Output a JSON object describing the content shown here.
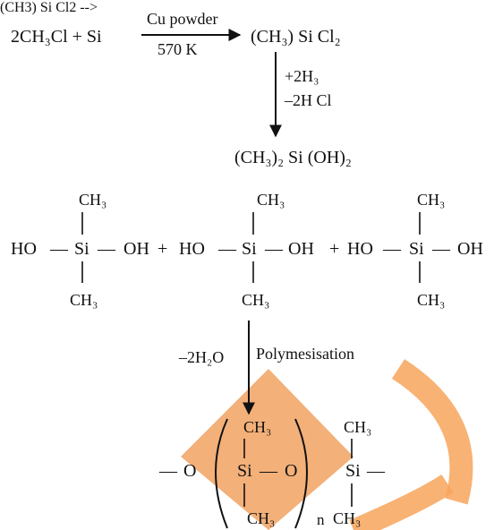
{
  "reaction1": {
    "reactants": "2CH₃Cl + Si",
    "catalyst": "Cu powder",
    "temperature": "570 K",
    "product": "(CH₃) Si Cl₂"
  },
  "hydrolysis": {
    "reagent": "+2H₃",
    "byproduct": "–2H Cl",
    "product": "(CH₃)₂ Si (OH)₂"
  },
  "monomers": {
    "ch3": "CH₃",
    "si": "Si",
    "ho": "HO",
    "oh": "OH",
    "plus": "+",
    "dash": "—"
  },
  "polymerisation": {
    "water": "–2H₂O",
    "label": "Polymesisation"
  },
  "polymer": {
    "ch3": "CH₃",
    "si": "Si",
    "o": "O",
    "n": "n",
    "dash": "—"
  },
  "watermark": {
    "color": "#f4a05a",
    "style": "orange-decorative-logo"
  }
}
